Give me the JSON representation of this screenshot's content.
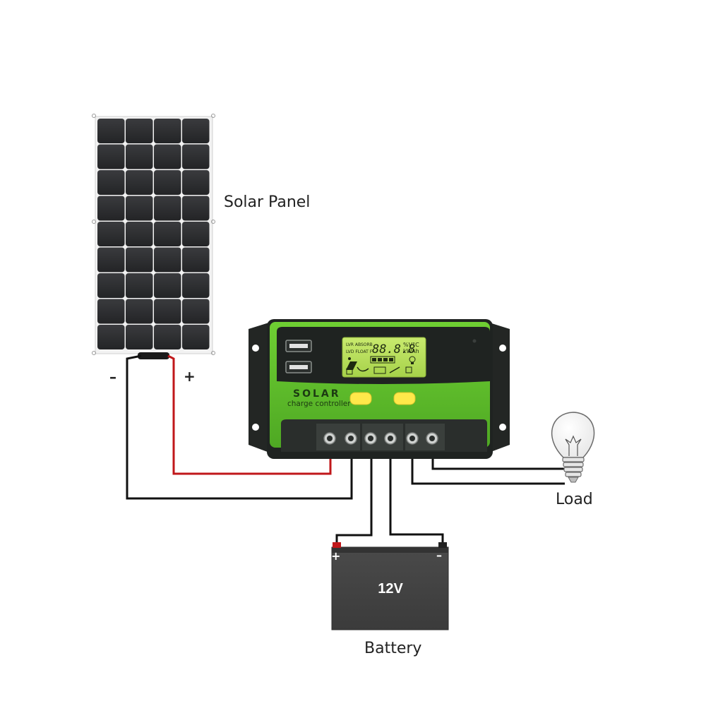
{
  "labels": {
    "solar_panel": "Solar Panel",
    "load": "Load",
    "battery": "Battery",
    "minus_sign": "–",
    "plus_sign": "+"
  },
  "battery": {
    "voltage": "12V",
    "plus_terminal": "+",
    "minus_terminal": "–"
  },
  "controller": {
    "brand": "SOLAR",
    "subtitle": "charge controller",
    "lcd": {
      "line1": "LVR ABSORB",
      "line2": "LVD FLOAT F",
      "digits": "88.8.8",
      "units_top": "%V°C",
      "units_bottom": "kWAh"
    }
  },
  "colors": {
    "controller_green": "#5fbf2a",
    "controller_dark": "#1f2321",
    "lcd_green": "#b9df5e",
    "button_yellow": "#ffe84a",
    "wire_positive": "#c0171a",
    "wire_negative": "#111111",
    "panel_cell": "#2b2b2d",
    "battery_body": "#444444"
  },
  "icons": [
    "solar-panel-icon",
    "light-bulb-icon",
    "battery-icon",
    "usb-port-icon"
  ]
}
